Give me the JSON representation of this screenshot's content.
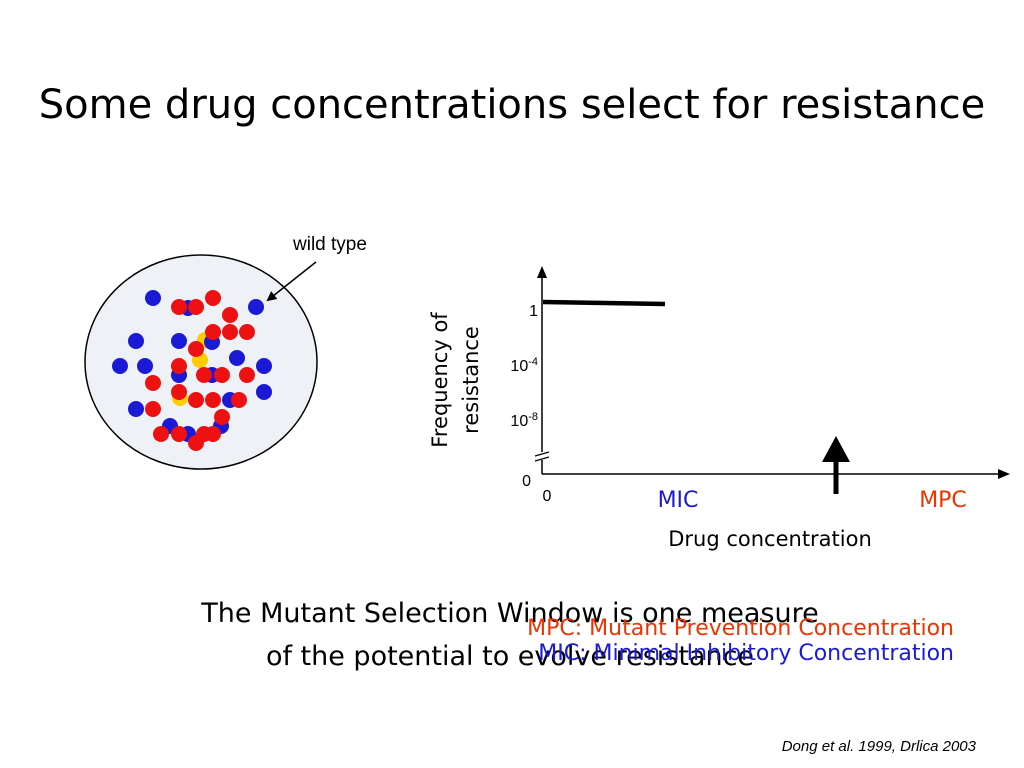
{
  "slide": {
    "title": "Some drug concentrations select for resistance",
    "caption_line1": "The Mutant Selection Window is one measure",
    "caption_line2": "of the potential to evolve resistance",
    "legend_mpc": "MPC: Mutant Prevention Concentration",
    "legend_mic": "MIC: Minimal Inhibitory Concentration",
    "citation": "Dong et al. 1999, Drlica 2003"
  },
  "colors": {
    "blue": "#1a1ad6",
    "red": "#ee1111",
    "yellow": "#ffcc00",
    "mic_label": "#1a1ad6",
    "mpc_label": "#ee3300",
    "dish_fill": "#eef1f5"
  },
  "population": {
    "label": "wild type"
  },
  "graph": {
    "y_axis_label_line1": "Frequency of",
    "y_axis_label_line2": "resistance",
    "x_axis_label": "Drug concentration",
    "y_ticks": [
      {
        "base": "1",
        "exp": ""
      },
      {
        "base": "10",
        "exp": "-4"
      },
      {
        "base": "10",
        "exp": "-8"
      },
      {
        "base": "0",
        "exp": ""
      }
    ],
    "x_ticks": [
      "0",
      "MIC",
      "MPC"
    ]
  }
}
